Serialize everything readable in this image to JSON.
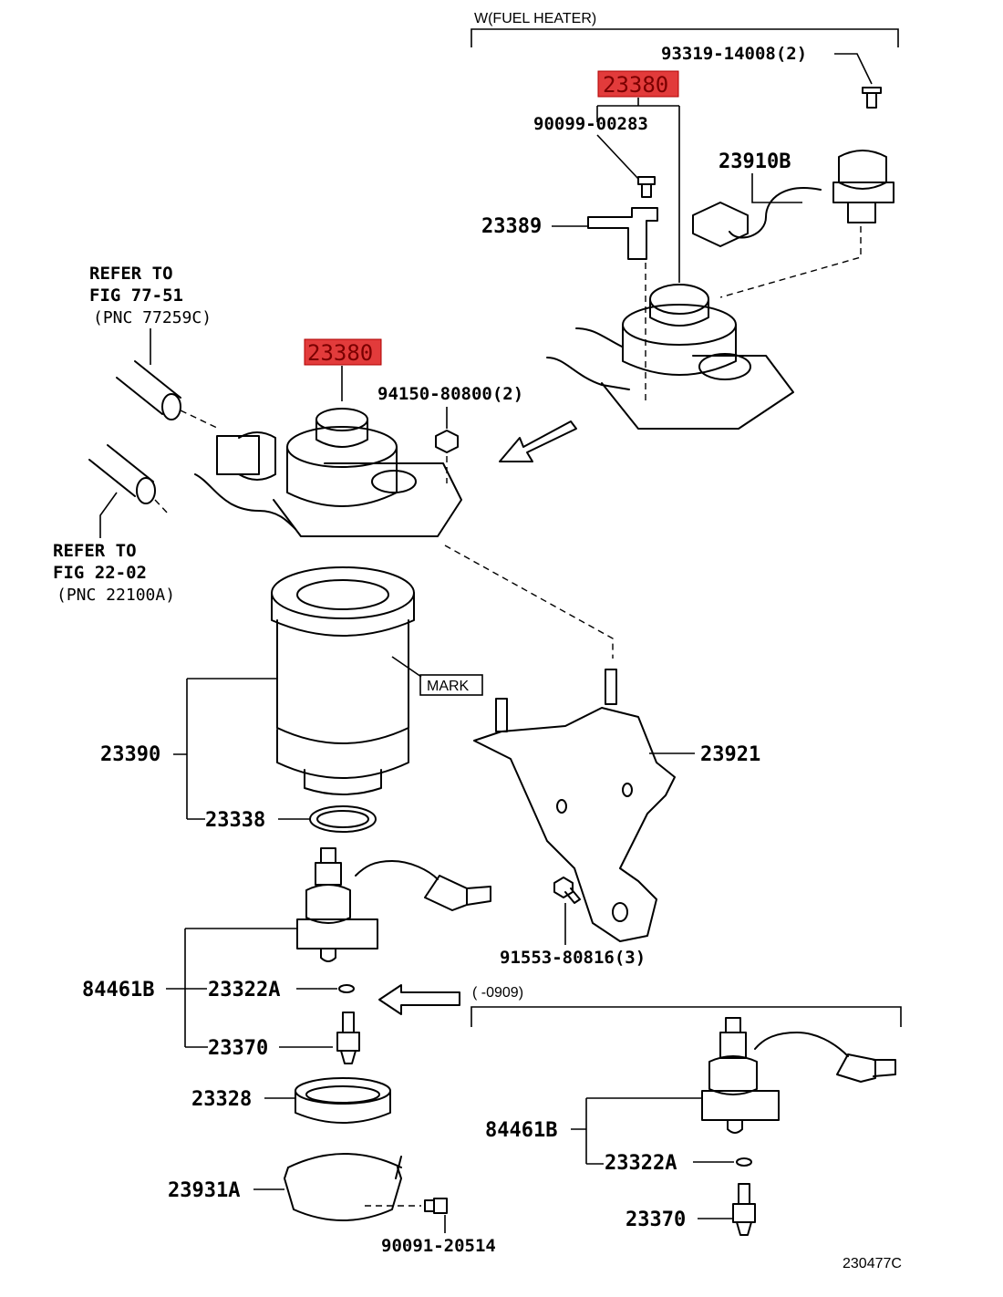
{
  "labels": {
    "w_fuel_heater": "W(FUEL HEATER)",
    "p93319": "93319-14008(2)",
    "p23380_top": "23380",
    "p90099": "90099-00283",
    "p23910b": "23910B",
    "p23389": "23389",
    "refer1_line1": "REFER TO",
    "refer1_line2": "FIG 77-51",
    "refer1_line3": "(PNC 77259C)",
    "p23380_mid": "23380",
    "p94150": "94150-80800(2)",
    "refer2_line1": "REFER TO",
    "refer2_line2": "FIG 22-02",
    "refer2_line3": "(PNC 22100A)",
    "mark": "MARK",
    "p23390": "23390",
    "p23921": "23921",
    "p23338": "23338",
    "p91553": "91553-80816(3)",
    "p84461b_left": "84461B",
    "p23322a_left": "23322A",
    "range": "(      -0909)",
    "p23370_left": "23370",
    "p23328": "23328",
    "p84461b_right": "84461B",
    "p23322a_right": "23322A",
    "p23931a": "23931A",
    "p23370_right": "23370",
    "p90091": "90091-20514",
    "fig_code": "230477C"
  },
  "highlight_color": "#e23b3b"
}
